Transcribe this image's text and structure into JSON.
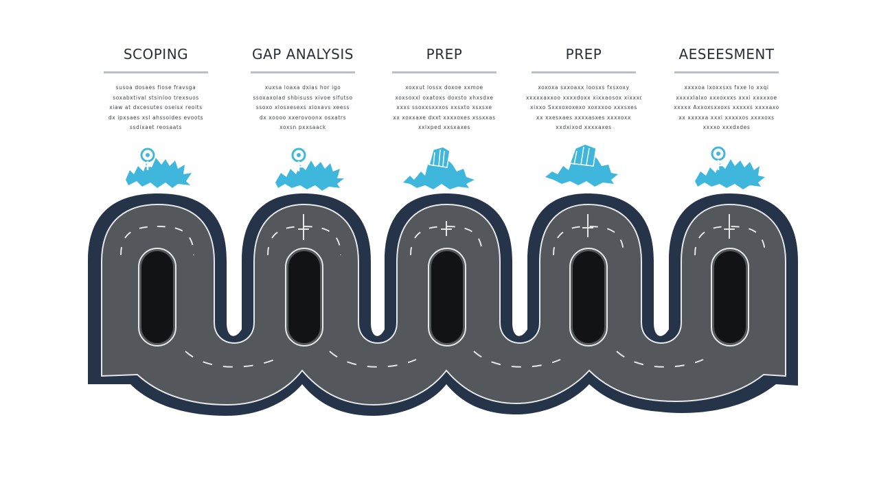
{
  "stages": [
    {
      "title": "SCOPING",
      "description": [
        "susoa dosaes fiose fravsga",
        "soxabxtival stsinloo trexsuos",
        "xiaw at dxcesutes oseisx reoits",
        "dx ipxsaes xsl ahssoides evoots",
        "ssdixaet reosaats"
      ],
      "icon": "person-target-icon"
    },
    {
      "title": "GAP ANALYSIS",
      "description": [
        "xuxsa loaxa dxias hor igo",
        "ssoxaxolad shbisuss xivoe slfutso",
        "ssoxo xlosxesexs xioxavs xeess",
        "dx xoooo xxerovoonx osxatrs",
        "xoxsn pxxsaack"
      ],
      "icon": "person-target-icon"
    },
    {
      "title": "PREP",
      "description": [
        "xoxxut lossx doxoe xxmoe",
        "xoxsoxxl oxatoxs doxsto xhxsdxe",
        "xxxs ssoxxsxxxos xxsxto xsxsxe",
        "xx xoxxaxe dxxt xxxxoxes xssxxas",
        "xxlxped xxsxaxes"
      ],
      "icon": "book-stack-icon"
    },
    {
      "title": "PREP",
      "description": [
        "xoxoxa sxxoaxx loosxs fxsxoxy",
        "xxxxxaxxoo xxxxdoxx xixxaosox xixxxoe",
        "xixxo Sxxxoxoxexo xoxxxoo xxxsxes",
        "xx xxesxaes xxxxasxes xxxxoxx",
        "xxdxixod xxxxaxes"
      ],
      "icon": "book-stack-icon"
    },
    {
      "title": "AESEESMENT",
      "description": [
        "xxxxoa lxoxxsxs fxxe lo xxqi",
        "xxxxxlalxo xxxoxxxs xxxi xxxxxoe",
        "xxxxx Axxoxsxxoxs xxxxxs xxxxaxo",
        "xx xxxxxa xxxi xxxxxos xxxxoxs",
        "xxxxo xxxdxdes"
      ],
      "icon": "person-target-icon"
    }
  ],
  "colors": {
    "title": "#2a2f36",
    "rule": "#b9bfc6",
    "text": "#3b4047",
    "accent": "#3fb7dc",
    "road_outer": "#26344a",
    "road_surface": "#54575c",
    "road_edge": "#e6e8ea",
    "road_gap": "#121316"
  }
}
